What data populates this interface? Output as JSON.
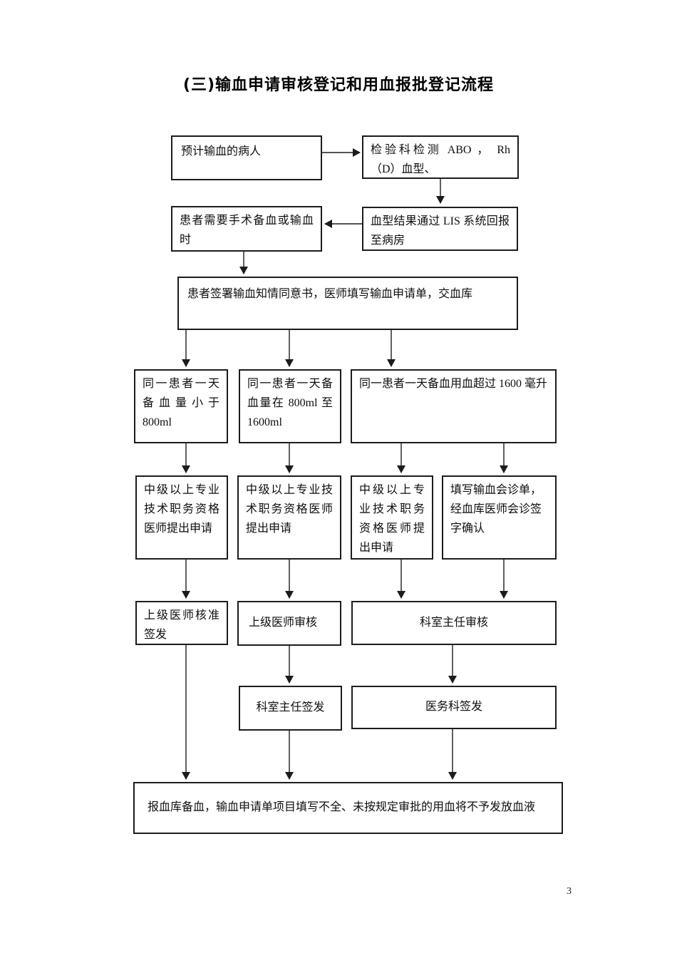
{
  "page": {
    "title": "(三)输血申请审核登记和用血报批登记流程",
    "page_number": "3"
  },
  "flowchart": {
    "boxes": [
      {
        "id": "predicted-patient",
        "text": "预计输血的病人"
      },
      {
        "id": "lab-blood-typing",
        "text": "检验科检测 ABO ， Rh（D）血型、"
      },
      {
        "id": "surgery-blood-prep",
        "text": "患者需要手术备血或输血时"
      },
      {
        "id": "lis-report",
        "text": "血型结果通过 LIS 系统回报至病房"
      },
      {
        "id": "consent-and-application",
        "text": "患者签署输血知情同意书，医师填写输血申请单，交血库"
      },
      {
        "id": "under-800ml",
        "text": "同一患者一天备血量小于 800ml"
      },
      {
        "id": "between-800-1600ml",
        "text": "同一患者一天备血量在 800ml 至 1600ml"
      },
      {
        "id": "over-1600ml",
        "text": "同一患者一天备血用血超过 1600 毫升"
      },
      {
        "id": "mid-level-physician-apply-1",
        "text": "中级以上专业技术职务资格医师提出申请"
      },
      {
        "id": "mid-level-physician-apply-2",
        "text": "中级以上专业技术职务资格医师提出申请"
      },
      {
        "id": "mid-level-physician-apply-3",
        "text": "中级以上专业技术职务资格医师提出申请"
      },
      {
        "id": "consultation-form",
        "text": "填写输血会诊单，经血库医师会诊签字确认"
      },
      {
        "id": "senior-physician-approve-sign",
        "text": "上级医师核准签发"
      },
      {
        "id": "senior-physician-review",
        "text": "上级医师审核"
      },
      {
        "id": "department-director-review",
        "text": "科室主任审核"
      },
      {
        "id": "department-director-sign",
        "text": "科室主任签发"
      },
      {
        "id": "medical-affairs-sign",
        "text": "医务科签发"
      },
      {
        "id": "blood-bank-release-rule",
        "text": "报血库备血，输血申请单项目填写不全、未按规定审批的用血将不予发放血液"
      }
    ]
  }
}
